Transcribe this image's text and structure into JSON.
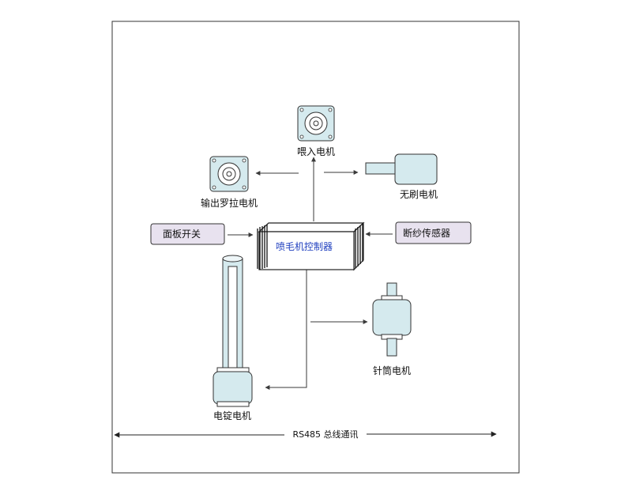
{
  "diagram": {
    "controller": {
      "label": "喷毛机控制器"
    },
    "components": {
      "feed_motor": {
        "label": "喂入电机"
      },
      "output_roller_motor": {
        "label": "输出罗拉电机"
      },
      "brushless_motor": {
        "label": "无刷电机"
      },
      "panel_switch": {
        "label": "面板开关"
      },
      "yarn_break_sensor": {
        "label": "断纱传感器"
      },
      "needle_cylinder_motor": {
        "label": "针筒电机"
      },
      "spindle_motor": {
        "label": "电锭电机"
      }
    },
    "bus": {
      "label": "RS485 总线通讯"
    },
    "colors": {
      "motor_fill": "#d5eaee",
      "box_fill": "#e8e2ef",
      "line": "#3a3a3a",
      "controller_text": "#1f3fbf"
    }
  }
}
